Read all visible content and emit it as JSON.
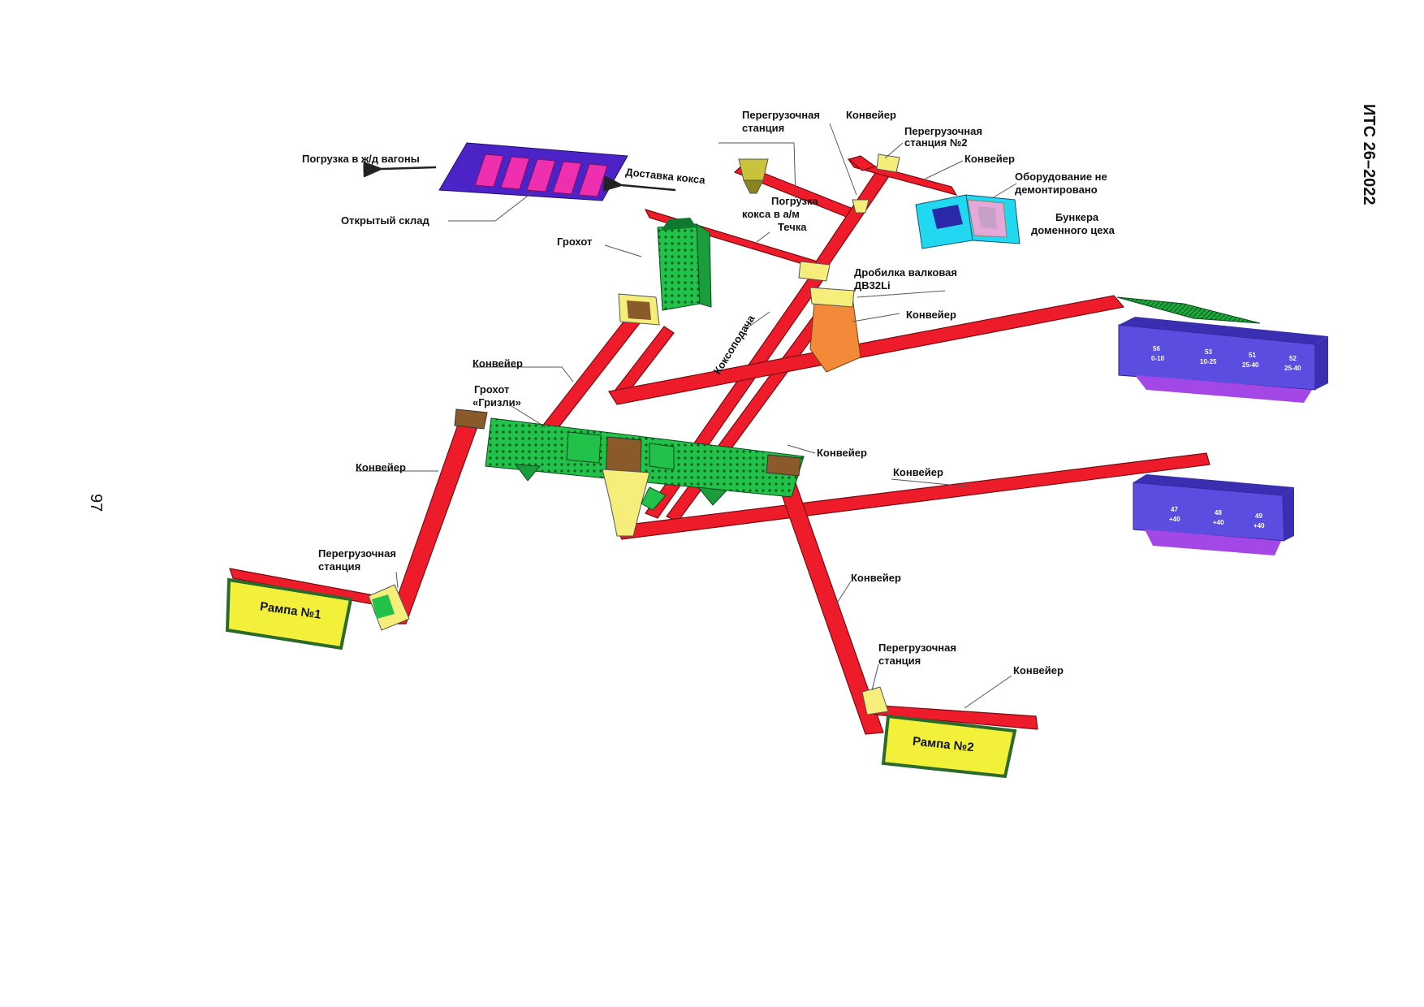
{
  "header": {
    "doc_code": "ИТС 26–2022",
    "page_number": "97"
  },
  "labels": {
    "rail_loading": "Погрузка в ж/д вагоны",
    "coke_delivery": "Доставка кокса",
    "open_storage": "Открытый склад",
    "transfer_station_top_1": "Перегрузочная",
    "transfer_station_top_2": "станция",
    "conveyor_top": "Конвейер",
    "transfer_station_2_line1": "Перегрузочная",
    "transfer_station_2_line2": "станция №2",
    "conveyor_right_top": "Конвейер",
    "equipment_line1": "Оборудование не",
    "equipment_line2": "демонтировано",
    "bunkers_line1": "Бункера",
    "bunkers_line2": "доменного цеха",
    "truck_loading_line1": "Погрузка",
    "truck_loading_line2": "кокса в а/м",
    "chute": "Течка",
    "screen": "Грохот",
    "crusher_line1": "Дробилка валковая",
    "crusher_line2": "ДВ32Li",
    "conveyor_crusher": "Конвейер",
    "coke_feed": "Коксоподача",
    "conveyor_left_mid": "Конвейер",
    "grizzly_line1": "Грохот",
    "grizzly_line2": "«Гризли»",
    "conveyor_grizzly_right": "Конвейер",
    "conveyor_left_low": "Конвейер",
    "conveyor_right_mid": "Конвейер",
    "transfer_station_left_1": "Перегрузочная",
    "transfer_station_left_2": "станция",
    "ramp_1": "Рампа №1",
    "conveyor_lower_mid": "Конвейер",
    "transfer_station_low_1": "Перегрузочная",
    "transfer_station_low_2": "станция",
    "conveyor_low_right": "Конвейер",
    "ramp_2": "Рампа №2"
  },
  "bins_upper": [
    {
      "id": "56",
      "size": "0-10"
    },
    {
      "id": "53",
      "size": "10-25"
    },
    {
      "id": "51",
      "size": "25-40"
    },
    {
      "id": "52",
      "size": "25-40"
    }
  ],
  "bins_lower": [
    {
      "id": "47",
      "size": "+40"
    },
    {
      "id": "48",
      "size": "+40"
    },
    {
      "id": "49",
      "size": "+40"
    }
  ],
  "colors": {
    "conveyor": "#ee1c2b",
    "screen": "#22c24a",
    "transfer": "#f6ee7a",
    "bin": "#5a4de0",
    "bin_bottom": "#a347e6",
    "storage": "#4b23c7",
    "pile": "#ee2fb0",
    "ramp": "#f3f03a",
    "crusher": "#f28a3a",
    "bunker": "#22d8f0"
  }
}
